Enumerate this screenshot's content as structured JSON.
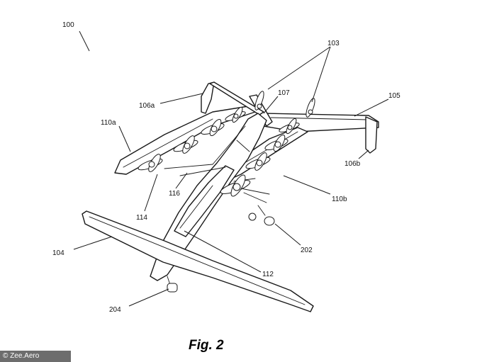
{
  "figure": {
    "caption": "Fig. 2",
    "reference_numerals": {
      "r100": "100",
      "r103": "103",
      "r105": "105",
      "r106a": "106a",
      "r106b": "106b",
      "r107": "107",
      "r110a": "110a",
      "r110b": "110b",
      "r116": "116",
      "r114": "114",
      "r104": "104",
      "r112": "112",
      "r202": "202",
      "r204": "204"
    }
  },
  "credit": {
    "text": "© Zee.Aero"
  }
}
